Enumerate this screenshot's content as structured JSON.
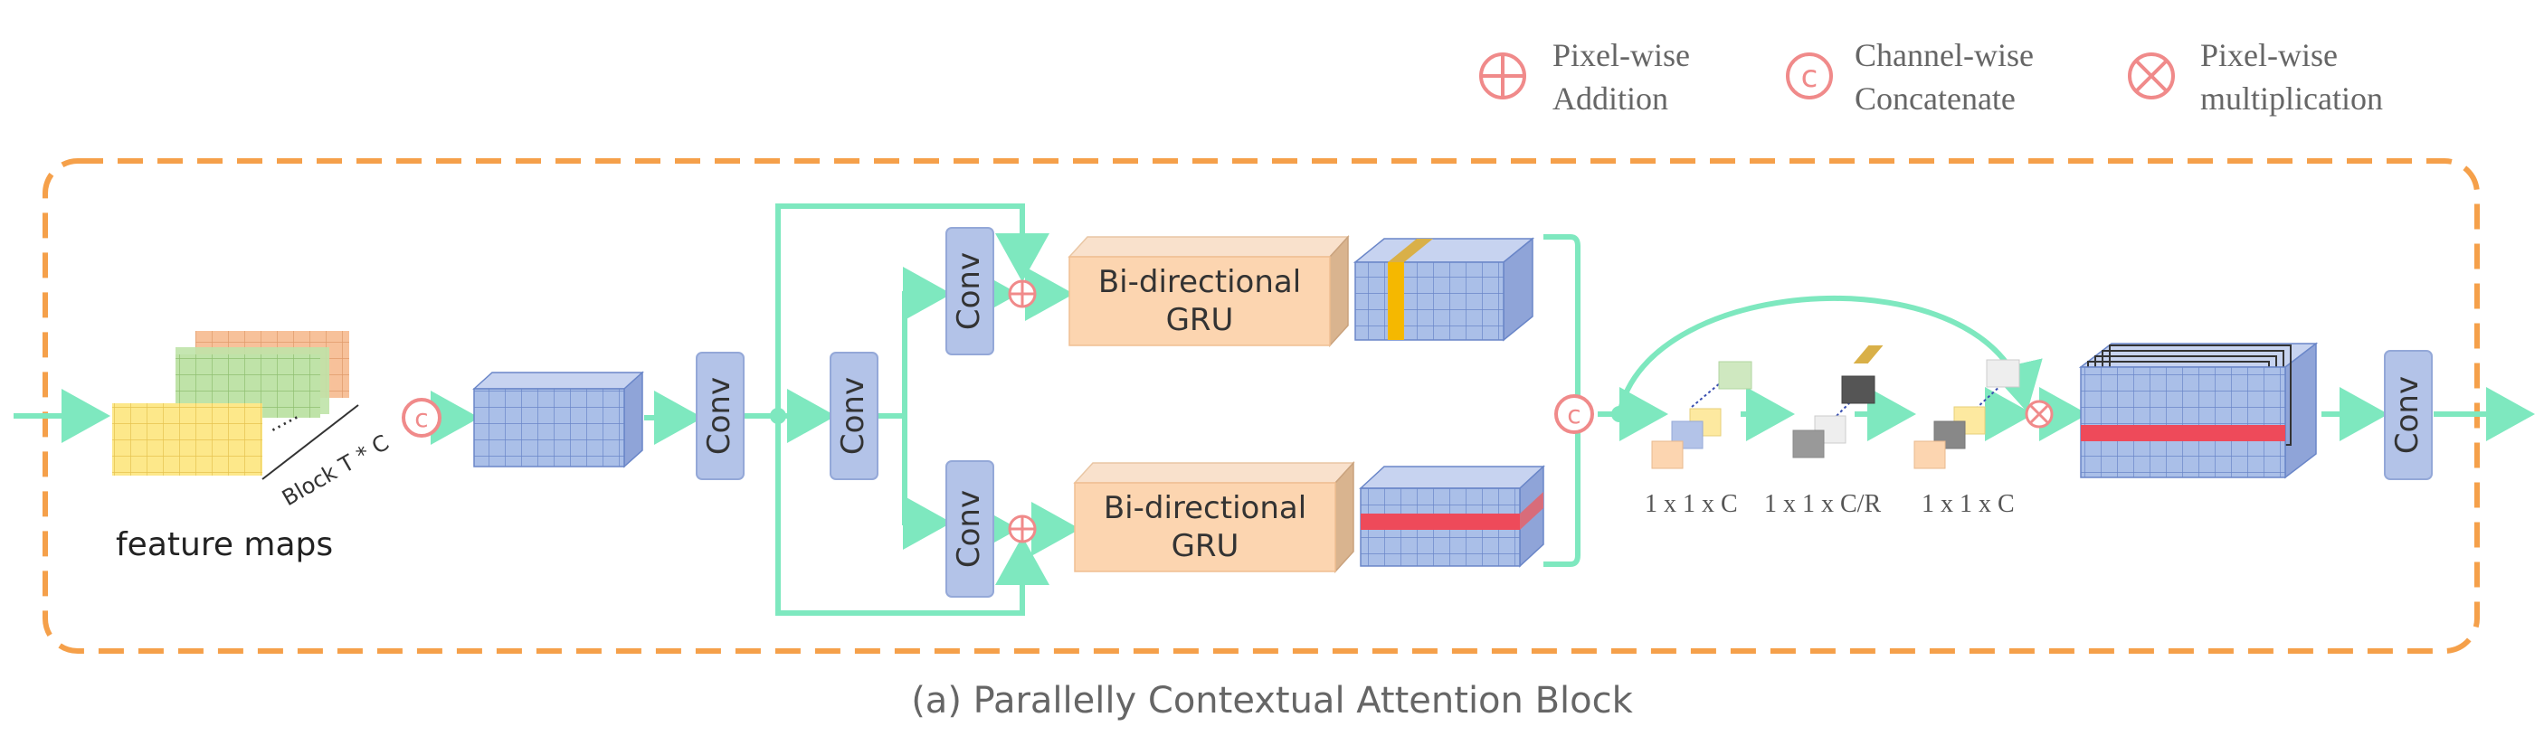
{
  "legend": {
    "addition": {
      "symbol": "⊕",
      "line1": "Pixel-wise",
      "line2": "Addition"
    },
    "concatenate": {
      "symbol": "c",
      "line1": "Channel-wise",
      "line2": "Concatenate"
    },
    "multiplication": {
      "symbol": "⊗",
      "line1": "Pixel-wise",
      "line2": "multiplication"
    }
  },
  "input": {
    "label": "feature maps",
    "block_label": "Block T * C",
    "dots": "....."
  },
  "blocks": {
    "conv": "Conv",
    "gru_line1": "Bi-directional",
    "gru_line2": "GRU",
    "concat_symbol": "c",
    "add_symbol": "⊕",
    "mul_symbol": "⊗"
  },
  "channel_attention": {
    "label1": "1 x 1 x C",
    "label2": "1 x 1 x C/R",
    "label3": "1 x 1 x C"
  },
  "caption": "(a)  Parallelly Contextual Attention Block",
  "colors": {
    "arrow": "#7ee8bf",
    "dashed_border": "#f5a04a",
    "conv_fill": "#b3c3e8",
    "gru_fill": "#fcd5b0",
    "cube_blue": "#aabfe8",
    "symbol_red": "#f08a8a",
    "highlight_yellow": "#f5b800",
    "highlight_red": "#ee4a5a"
  }
}
